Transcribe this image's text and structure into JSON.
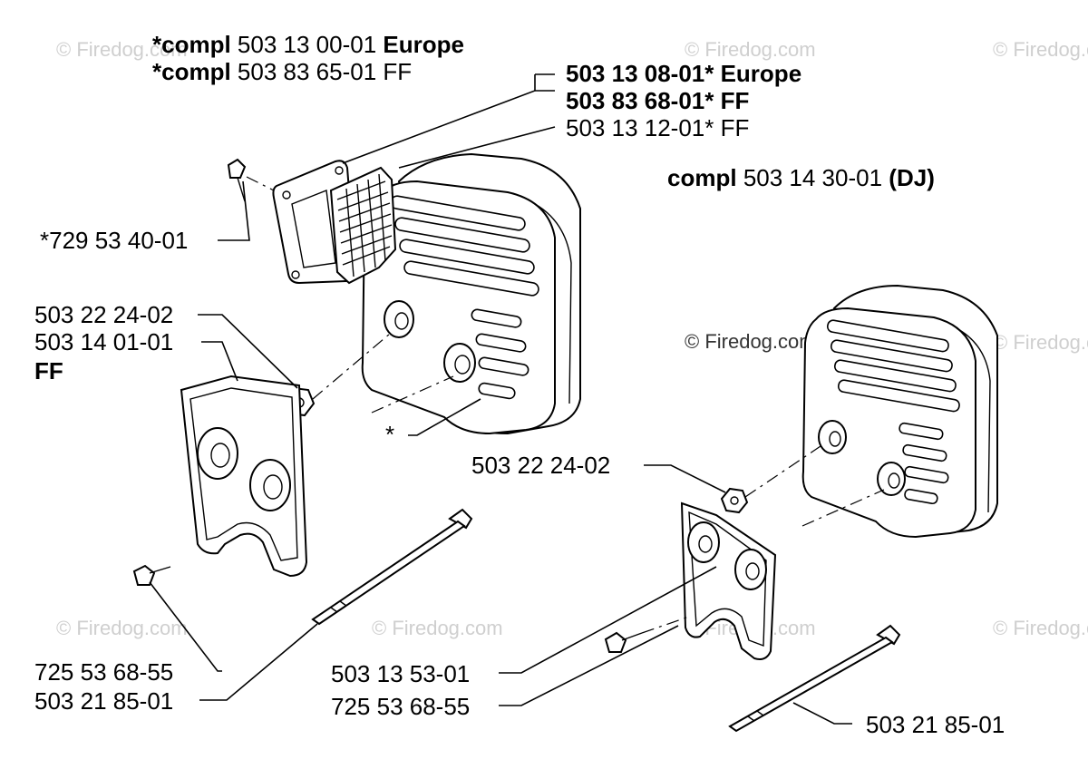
{
  "watermark": {
    "brand": "© Firedog.com"
  },
  "labels": {
    "compl_europe_prefix": "*compl",
    "compl_europe_num": "503 13 00-01",
    "compl_europe_suffix": "Europe",
    "compl_ff_prefix": "*compl",
    "compl_ff_num": "503 83 65-01 FF",
    "gasket_europe": "503 13 08-01* Europe",
    "gasket_ff": "503 83 68-01* FF",
    "screen_ff": "503 13 12-01* FF",
    "dj_prefix": "compl",
    "dj_num": "503 14 30-01",
    "dj_suffix": "(DJ)",
    "screw_top": "*729 53 40-01",
    "nut_left": "503 22 24-02",
    "plate_left": "503 14 01-01",
    "plate_left_ff": "FF",
    "asterisk_left": "*",
    "nut_right": "503 22 24-02",
    "screw_left": "725 53 68-55",
    "bolt_left": "503 21 85-01",
    "plate_right": "503 13 53-01",
    "screw_right": "725 53 68-55",
    "bolt_right": "503 21 85-01"
  }
}
